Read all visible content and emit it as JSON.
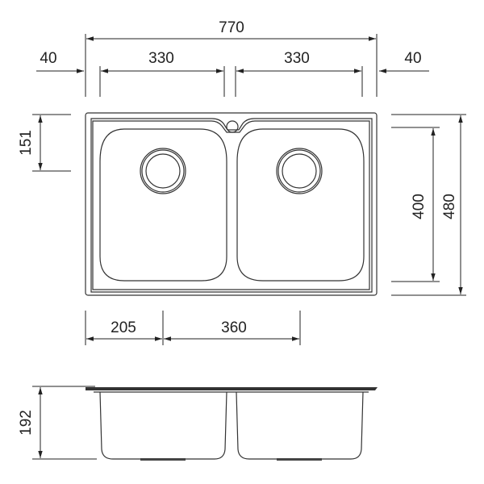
{
  "dimensions": {
    "overall_width": "770",
    "left_margin": "40",
    "left_bowl_width": "330",
    "right_bowl_width": "330",
    "right_margin": "40",
    "tap_to_drain": "151",
    "bowl_depth_plan": "400",
    "overall_depth": "480",
    "edge_to_drain": "205",
    "drain_spacing": "360",
    "bowl_height": "192"
  },
  "colors": {
    "line": "#222222",
    "background": "#ffffff"
  }
}
